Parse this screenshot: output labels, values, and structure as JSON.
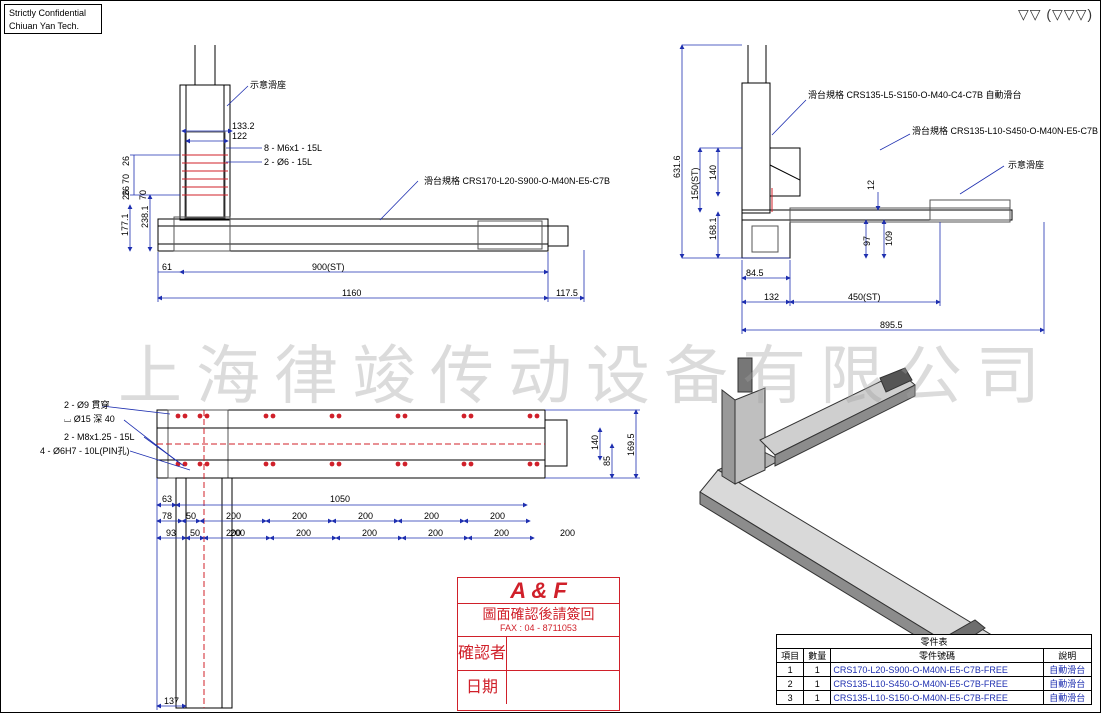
{
  "header": {
    "confidential": "Strictly Confidential",
    "company": "Chiuan Yan Tech.",
    "surface_finish": "▽▽ (▽▽▽)"
  },
  "watermark": "上海律竣传动设备有限公司",
  "front_view": {
    "dims": [
      "133.2",
      "122",
      "26",
      "70",
      "26",
      "26",
      "70",
      "177.1",
      "238.1",
      "61",
      "900(ST)",
      "1160",
      "117.5"
    ],
    "callouts": [
      "示意滑座",
      "8 - M6x1 - 15L",
      "2 - Ø6 - 15L",
      "滑台規格 CRS170-L20-S900-O-M40N-E5-C7B"
    ]
  },
  "side_view": {
    "dims": [
      "631.6",
      "150(ST)",
      "140",
      "168.1",
      "12",
      "97",
      "109",
      "84.5",
      "132",
      "450(ST)",
      "895.5"
    ],
    "callouts": [
      "滑台規格 CRS135-L5-S150-O-M40-C4-C7B 自動滑台",
      "滑台規格 CRS135-L10-S450-O-M40N-E5-C7B",
      "示意滑座"
    ]
  },
  "top_view": {
    "callouts": [
      "2 - Ø9 貫穿",
      "⌴ Ø15 深 40",
      "2 - M8x1.25 - 15L",
      "4 - Ø6H7 - 10L(PIN孔)"
    ],
    "dims_right": [
      "140",
      "85",
      "169.5"
    ],
    "dims_bottom": [
      "63",
      "1050",
      "78",
      "50",
      "200",
      "200",
      "200",
      "200",
      "200",
      "200",
      "93",
      "50",
      "200",
      "200",
      "200",
      "200",
      "200",
      "200",
      "137"
    ]
  },
  "stamp": {
    "brand": "A & F",
    "message": "圖面確認後請簽回",
    "fax": "FAX : 04 - 8711053",
    "confirm_label": "確認者",
    "date_label": "日期"
  },
  "parts_table": {
    "caption": "零件表",
    "headers": [
      "項目",
      "數量",
      "零件號碼",
      "說明"
    ],
    "rows": [
      {
        "item": "1",
        "qty": "1",
        "part": "CRS170-L20-S900-O-M40N-E5-C7B-FREE",
        "desc": "自動滑台"
      },
      {
        "item": "2",
        "qty": "1",
        "part": "CRS135-L10-S450-O-M40N-E5-C7B-FREE",
        "desc": "自動滑台"
      },
      {
        "item": "3",
        "qty": "1",
        "part": "CRS135-L10-S150-O-M40N-E5-C7B-FREE",
        "desc": "自動滑台"
      }
    ]
  },
  "colors": {
    "dimension": "#1e2fb0",
    "stamp": "#d0202a",
    "centerline": "#d0202a",
    "line": "#000000"
  }
}
